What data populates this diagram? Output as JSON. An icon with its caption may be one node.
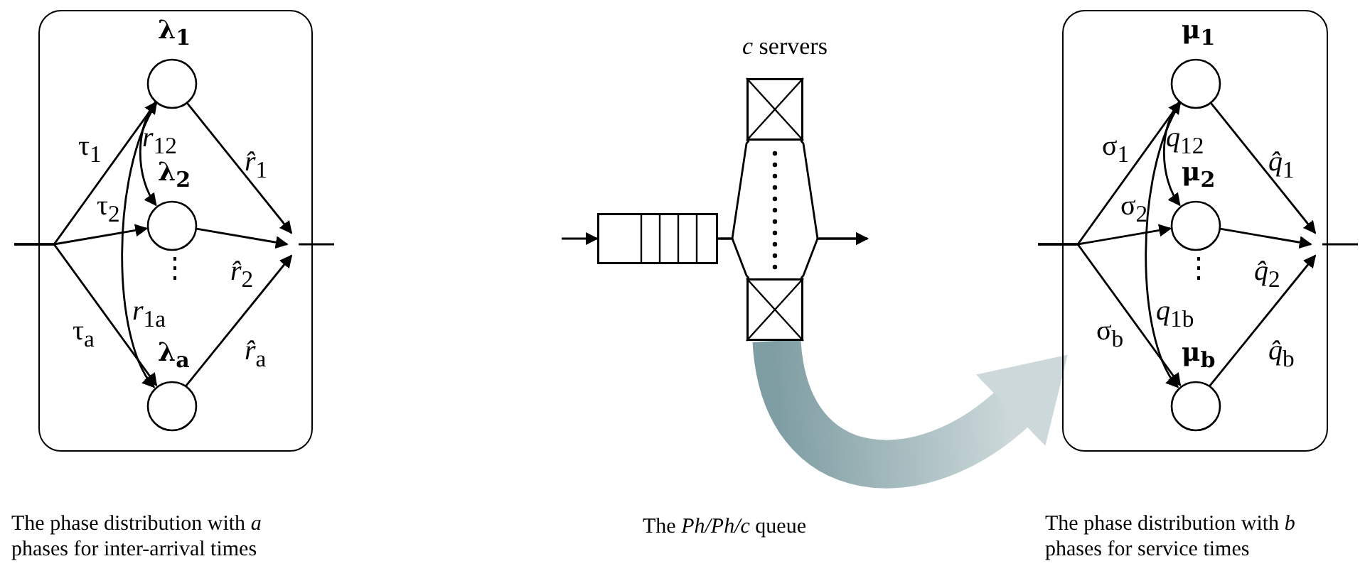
{
  "diagram": {
    "nodes": [
      {
        "text": [],
        "shape": "box"
      },
      {
        "text": [
          "λ$_{1}$"
        ],
        "in": 0
      },
      {
        "text": [
          "λ$_{2}$"
        ],
        "in": 0
      },
      {
        "text": [
          "λ$_{a}$"
        ],
        "in": 0
      },
      {
        "text": [],
        "shape": "box"
      },
      {
        "text": [],
        "shape": "box"
      },
      {
        "text": [],
        "shape": "box"
      },
      {
        "text": [],
        "shape": "box"
      },
      {
        "text": [
          "μ$_{1}$"
        ],
        "in": 7
      },
      {
        "text": [
          "μ$_{2}$"
        ],
        "in": 7
      },
      {
        "text": [
          "μ$_{b}$"
        ],
        "in": 7
      }
    ],
    "edges": [
      {
        "from": null,
        "to": 1,
        "arrow": "to",
        "label": "τ$_{1}$"
      },
      {
        "from": null,
        "to": 2,
        "arrow": "to",
        "label": "τ$_{2}$"
      },
      {
        "from": null,
        "to": 3,
        "arrow": "to",
        "label": "τ$_{a}$"
      },
      {
        "from": 1,
        "to": 2,
        "arrow": "to",
        "label": "*r*$_{12}$"
      },
      {
        "from": 1,
        "to": 3,
        "arrow": "to",
        "label": "*r*$_{1a}$"
      },
      {
        "from": 1,
        "to": null,
        "arrow": "to",
        "label": "*r̂*$_{1}$"
      },
      {
        "from": 2,
        "to": null,
        "arrow": "to",
        "label": "*r̂*$_{2}$"
      },
      {
        "from": 3,
        "to": null,
        "arrow": "to",
        "label": "*r̂*$_{a}$"
      },
      {
        "from": null,
        "to": 4,
        "arrow": "to"
      },
      {
        "from": 4,
        "to": 5,
        "arrow": "none"
      },
      {
        "from": 4,
        "to": 6,
        "arrow": "none"
      },
      {
        "from": 5,
        "to": null,
        "arrow": "to"
      },
      {
        "from": 6,
        "to": null,
        "arrow": "to"
      },
      {
        "from": 6,
        "to": 7,
        "arrow": "to",
        "style": "thick",
        "color": "#7f9ea3"
      },
      {
        "from": null,
        "to": 8,
        "arrow": "to",
        "label": "σ$_{1}$"
      },
      {
        "from": null,
        "to": 9,
        "arrow": "to",
        "label": "σ$_{2}$"
      },
      {
        "from": null,
        "to": 10,
        "arrow": "to",
        "label": "σ$_{b}$"
      },
      {
        "from": 8,
        "to": 9,
        "arrow": "to",
        "label": "*q*$_{12}$"
      },
      {
        "from": 8,
        "to": 10,
        "arrow": "to",
        "label": "*q*$_{1b}$"
      },
      {
        "from": 8,
        "to": null,
        "arrow": "to",
        "label": "*q̂*$_{1}$"
      },
      {
        "from": 9,
        "to": null,
        "arrow": "to",
        "label": "*q̂*$_{2}$"
      },
      {
        "from": 10,
        "to": null,
        "arrow": "to",
        "label": "*q̂*$_{b}$"
      }
    ],
    "labels": [
      "*c* servers",
      "⋮",
      "⋮",
      "The phase distribution with *a* phases for inter-arrival times",
      "The *Ph/Ph/c* queue",
      "The phase distribution with *b* phases for service times"
    ]
  }
}
